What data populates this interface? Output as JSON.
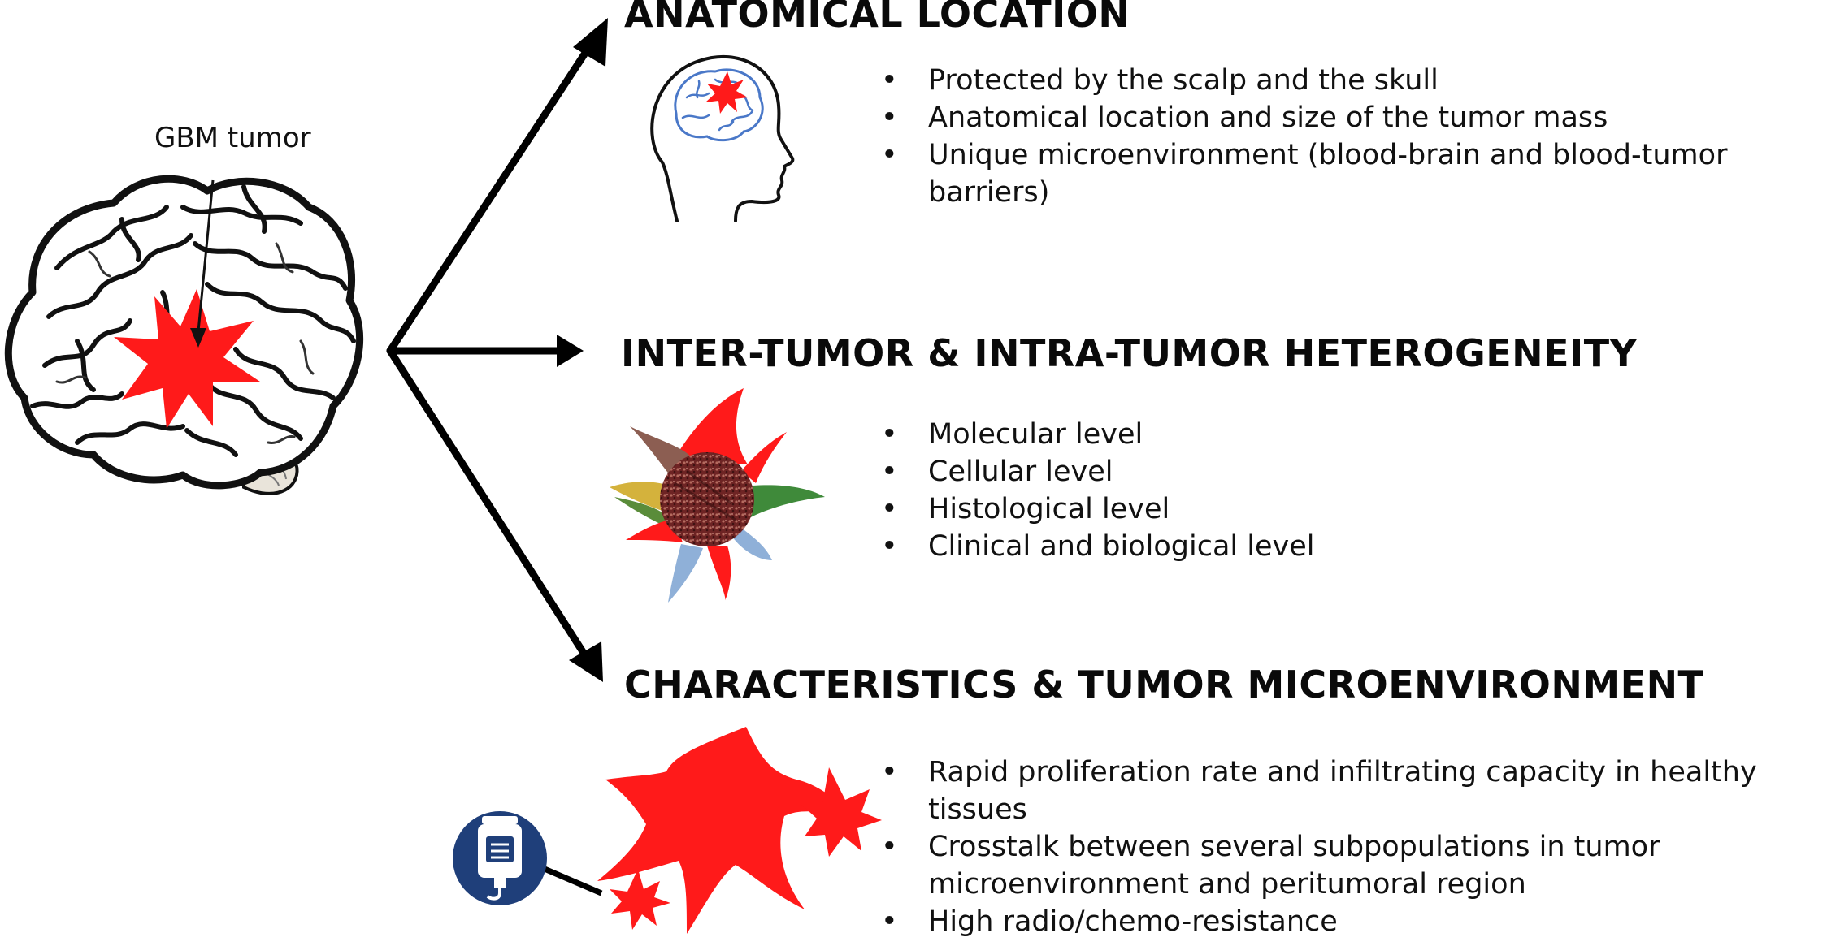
{
  "brain_label": "GBM tumor",
  "sections": [
    {
      "id": "anatomical",
      "title": "ANATOMICAL LOCATION",
      "bullets": [
        "Protected by the scalp and the skull",
        "Anatomical location and size of the tumor mass",
        "Unique microenvironment (blood-brain and blood-tumor barriers)"
      ]
    },
    {
      "id": "heterogeneity",
      "title": "INTER-TUMOR & INTRA-TUMOR HETEROGENEITY",
      "bullets": [
        "Molecular level",
        "Cellular level",
        "Histological level",
        "Clinical and biological level"
      ]
    },
    {
      "id": "microenvironment",
      "title": "CHARACTERISTICS & TUMOR MICROENVIRONMENT",
      "bullets": [
        "Rapid proliferation rate and infiltrating capacity in healthy tissues",
        "Crosstalk between several subpopulations in tumor microenvironment and peritumoral region",
        "High radio/chemo-resistance"
      ]
    }
  ],
  "colors": {
    "tumor": "#ff1a1a",
    "iv_bag": "#1f3f7a",
    "arrow": "#000000"
  },
  "icons": [
    "brain-icon",
    "head-profile-icon",
    "heterogeneous-tumor-icon",
    "tumor-cells-icon",
    "iv-bag-icon"
  ]
}
